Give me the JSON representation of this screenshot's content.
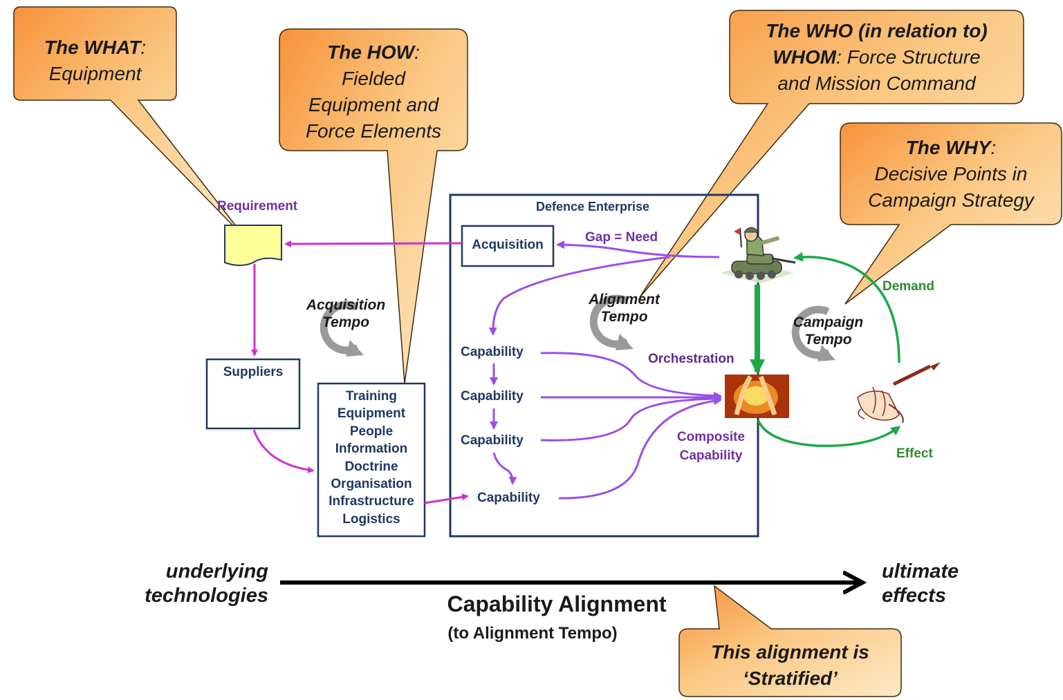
{
  "callouts": {
    "what": {
      "title": "The WHAT",
      "colon": ":",
      "body": "Equipment"
    },
    "how": {
      "title": "The HOW",
      "colon": ":",
      "body_lines": [
        "Fielded",
        "Equipment and",
        "Force Elements"
      ]
    },
    "who": {
      "title_line1": "The WHO (in relation to)",
      "title_line2": "WHOM",
      "body_line2": ": Force Structure",
      "body_line3": "and Mission Command"
    },
    "why": {
      "title": "The WHY",
      "colon": ":",
      "body_lines": [
        "Decisive Points in",
        "Campaign Strategy"
      ]
    },
    "stratified": {
      "lines": [
        "This alignment is",
        "‘Stratified’"
      ]
    }
  },
  "labels": {
    "requirement": "Requirement",
    "defence_enterprise": "Defence Enterprise",
    "acquisition": "Acquisition",
    "gap_need": "Gap = Need",
    "suppliers": "Suppliers",
    "dlod": [
      "Training",
      "Equipment",
      "People",
      "Information",
      "Doctrine",
      "Organisation",
      "Infrastructure",
      "Logistics"
    ],
    "capabilities": [
      "Capability",
      "Capability",
      "Capability",
      "Capability"
    ],
    "orchestration": "Orchestration",
    "composite_line1": "Composite",
    "composite_line2": "Capability",
    "demand": "Demand",
    "effect": "Effect"
  },
  "tempos": {
    "acquisition": [
      "Acquisition",
      "Tempo"
    ],
    "alignment": [
      "Alignment",
      "Tempo"
    ],
    "campaign": [
      "Campaign",
      "Tempo"
    ]
  },
  "bottom": {
    "left": [
      "underlying",
      "technologies"
    ],
    "right": [
      "ultimate",
      "effects"
    ],
    "axis_title": "Capability Alignment",
    "axis_subtitle": "(to Alignment Tempo)"
  },
  "colors": {
    "navy": "#1f3864",
    "purple": "#7030a0",
    "magenta": "#cc33cc",
    "violet": "#9a4ee8",
    "green": "#1aaa45",
    "callout_fill": "#f9b462",
    "requirement_fill": "#ffff99"
  },
  "icons": [
    "soldier-tank-icon",
    "fire-hands-image",
    "writing-hand-icon"
  ]
}
